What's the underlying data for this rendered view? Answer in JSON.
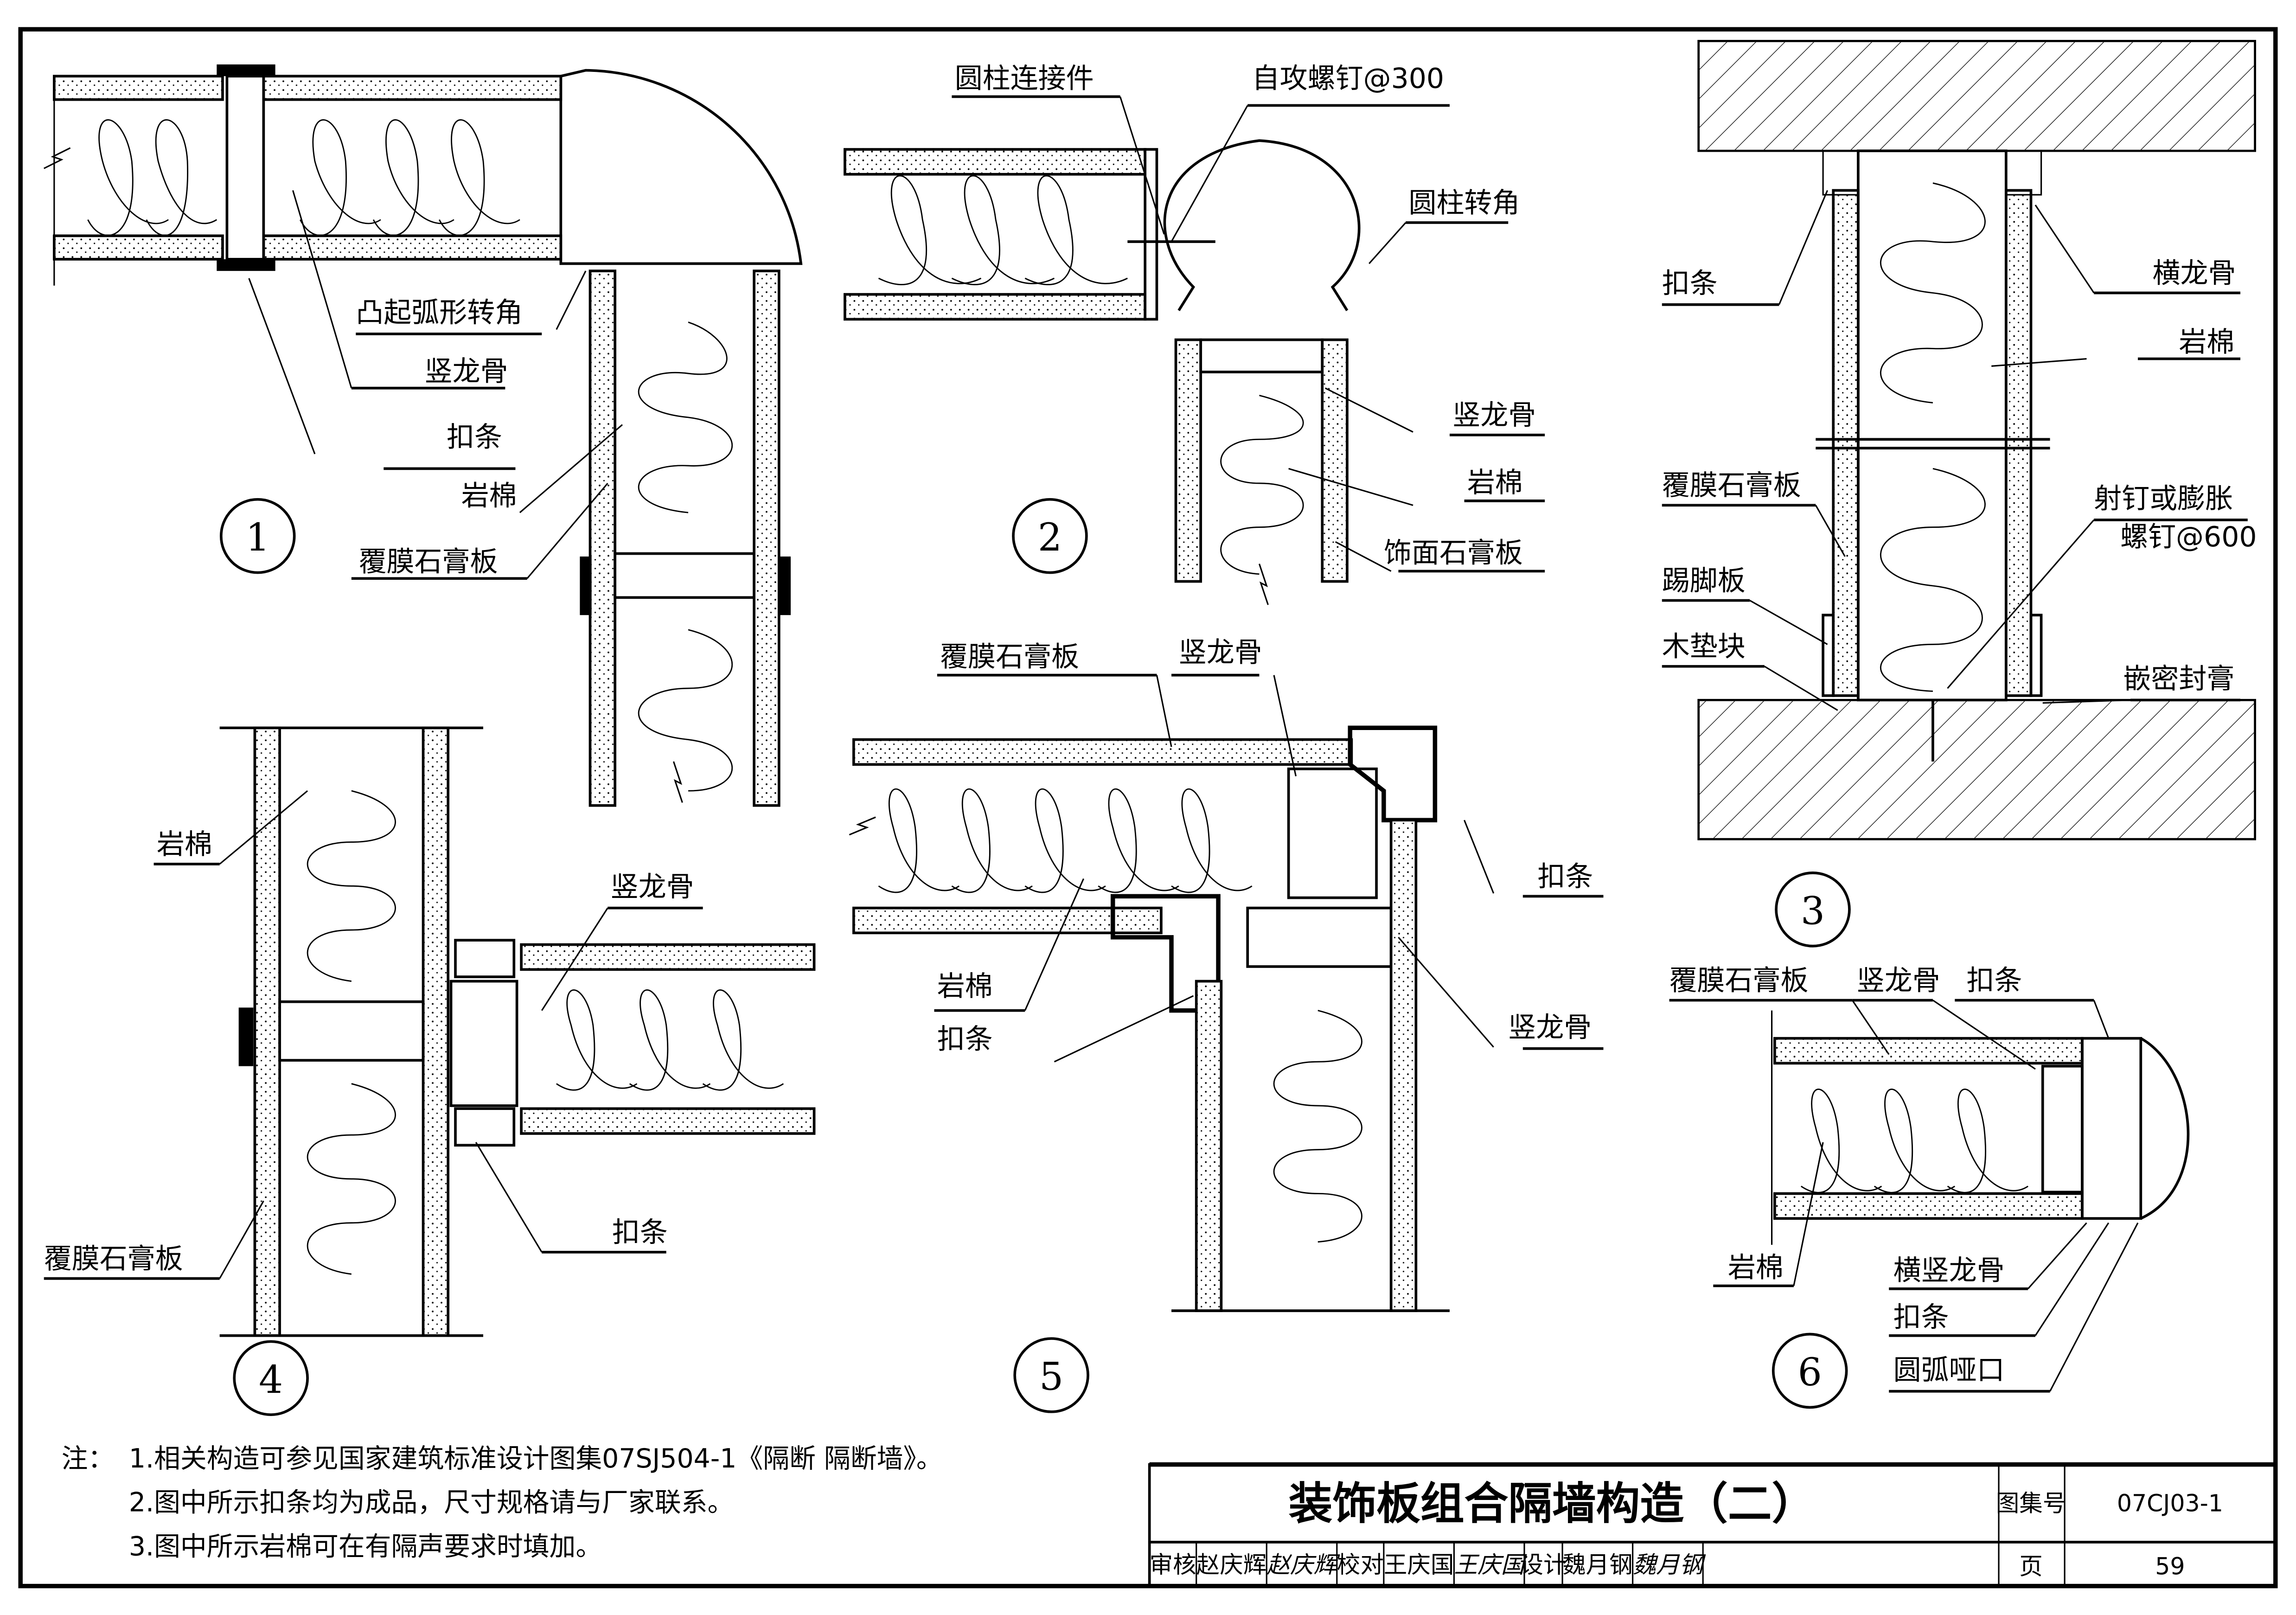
{
  "sheet": {
    "title": "装饰板组合隔墙构造（二）",
    "atlas_label": "图集号",
    "atlas_no": "07CJ03-1",
    "page_label": "页",
    "page_no": "59",
    "signatures": [
      {
        "role": "审核",
        "name": "赵庆辉",
        "sign": "赵庆辉"
      },
      {
        "role": "校对",
        "name": "王庆国",
        "sign": "王庆国"
      },
      {
        "role": "设计",
        "name": "魏月钢",
        "sign": "魏月钢"
      }
    ]
  },
  "notes": {
    "prefix": "注：",
    "items": [
      "1.相关构造可参见国家建筑标准设计图集07SJ504-1《隔断 隔断墙》。",
      "2.图中所示扣条均为成品，尺寸规格请与厂家联系。",
      "3.图中所示岩棉可在有隔声要求时填加。"
    ]
  },
  "details": [
    {
      "number": "1",
      "labels": [
        "凸起弧形转角",
        "竖龙骨",
        "扣条",
        "岩棉",
        "覆膜石膏板"
      ]
    },
    {
      "number": "2",
      "labels": [
        "圆柱连接件",
        "自攻螺钉@300",
        "圆柱转角",
        "竖龙骨",
        "岩棉",
        "饰面石膏板"
      ]
    },
    {
      "number": "3",
      "labels": [
        "扣条",
        "横龙骨",
        "岩棉",
        "覆膜石膏板",
        "射钉或膨胀",
        "螺钉@600",
        "踢脚板",
        "木垫块",
        "嵌密封膏"
      ]
    },
    {
      "number": "4",
      "labels": [
        "岩棉",
        "竖龙骨",
        "扣条",
        "覆膜石膏板"
      ]
    },
    {
      "number": "5",
      "labels": [
        "覆膜石膏板",
        "竖龙骨",
        "扣条",
        "岩棉",
        "扣条",
        "竖龙骨"
      ]
    },
    {
      "number": "6",
      "labels": [
        "覆膜石膏板",
        "竖龙骨",
        "扣条",
        "岩棉",
        "横竖龙骨",
        "扣条",
        "圆弧哑口"
      ]
    }
  ]
}
